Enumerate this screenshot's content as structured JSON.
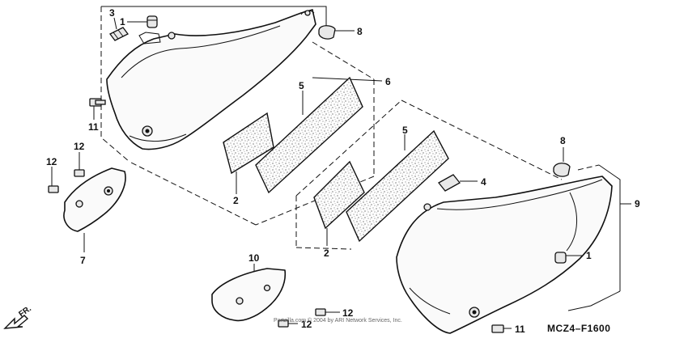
{
  "diagram": {
    "code": "MCZ4–F1600",
    "copyright": "Partzilla.com © 2004 by ARI Network Services, Inc.",
    "front_label": "FR.",
    "callouts": {
      "c1a": "1",
      "c1b": "1",
      "c2a": "2",
      "c2b": "2",
      "c3": "3",
      "c4": "4",
      "c5a": "5",
      "c5b": "5",
      "c6": "6",
      "c7": "7",
      "c8a": "8",
      "c8b": "8",
      "c9": "9",
      "c10": "10",
      "c11a": "11",
      "c11b": "11",
      "c12a": "12",
      "c12b": "12",
      "c12c": "12",
      "c12d": "12"
    }
  }
}
